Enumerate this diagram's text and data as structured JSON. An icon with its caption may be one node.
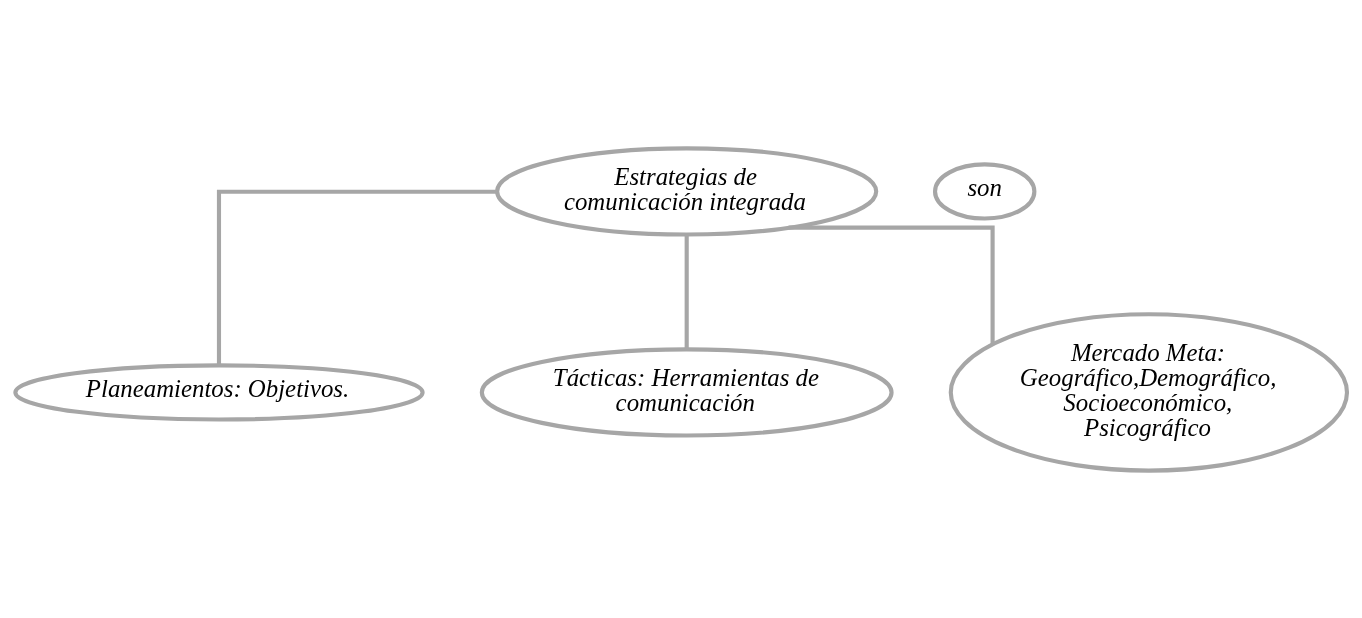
{
  "diagram": {
    "nodes": [
      {
        "text": [
          "Estrategias de comunicación integrada"
        ]
      },
      {
        "text": [
          "son"
        ]
      },
      {
        "text": [
          "Planeamientos: Objetivos."
        ]
      },
      {
        "text": [
          "Tácticas: Herramientas de comunicación"
        ]
      },
      {
        "text": [
          "Mercado Meta:",
          "Geográfico,Demográfico, Socioeconómico, Psicográfico"
        ]
      }
    ],
    "edges": [
      {
        "from": 0,
        "to": 2,
        "arrow": "none"
      },
      {
        "from": 0,
        "to": 3,
        "arrow": "none"
      },
      {
        "from": 0,
        "to": 4,
        "arrow": "none"
      }
    ]
  }
}
